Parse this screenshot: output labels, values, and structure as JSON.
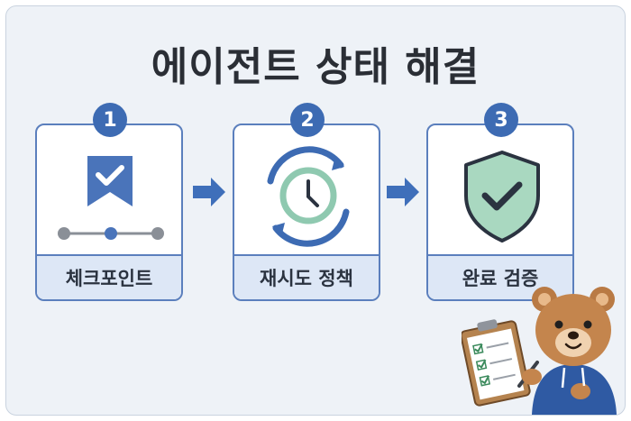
{
  "title": "에이전트 상태 해결",
  "steps": [
    {
      "number": "1",
      "label": "체크포인트",
      "icon": "checkpoint-bookmark-icon"
    },
    {
      "number": "2",
      "label": "재시도 정책",
      "icon": "retry-clock-icon"
    },
    {
      "number": "3",
      "label": "완료 검증",
      "icon": "shield-check-icon"
    }
  ],
  "colors": {
    "accent": "#3d6bb3",
    "card_border": "#5b7fbd",
    "label_bg": "#dde7f6",
    "clock_green": "#8fc9b0",
    "shield_green": "#a9d8c0"
  },
  "illustration": "bear-with-clipboard"
}
